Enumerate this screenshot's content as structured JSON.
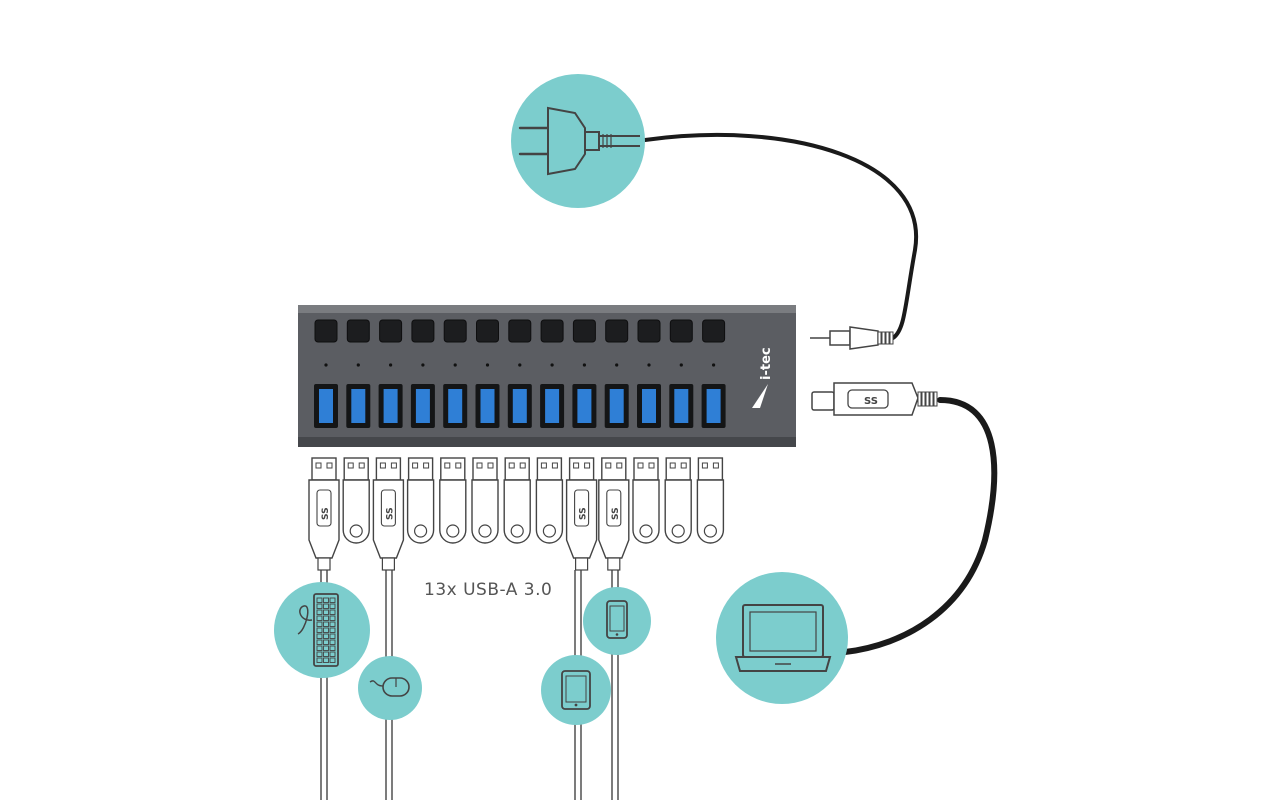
{
  "hub": {
    "brand": "i-tec",
    "port_count": 13,
    "port_label": "13x USB-A 3.0",
    "body_color": "#5b5d62",
    "port_color": "#2f7fd6"
  },
  "plug_badge": "SS",
  "colors": {
    "accent": "#7ccdcd",
    "line": "#444444",
    "cable": "#1a1a1a"
  },
  "icons": [
    "power-plug-icon",
    "laptop-icon",
    "keyboard-icon",
    "mouse-icon",
    "tablet-icon",
    "smartphone-icon"
  ]
}
